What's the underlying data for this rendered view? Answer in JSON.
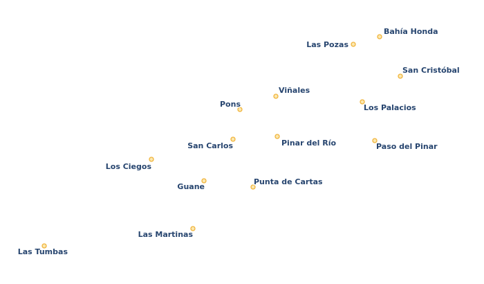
{
  "map": {
    "places": [
      {
        "name": "Bahía Honda"
      },
      {
        "name": "Las Pozas"
      },
      {
        "name": "San Cristóbal"
      },
      {
        "name": "Viñales"
      },
      {
        "name": "Pons"
      },
      {
        "name": "Los Palacios"
      },
      {
        "name": "San Carlos"
      },
      {
        "name": "Pinar del Río"
      },
      {
        "name": "Paso del Pinar"
      },
      {
        "name": "Los Ciegos"
      },
      {
        "name": "Guane"
      },
      {
        "name": "Punta de Cartas"
      },
      {
        "name": "Las Martinas"
      },
      {
        "name": "Las Tumbas"
      }
    ]
  },
  "colors": {
    "label_fill": "#27456f",
    "label_halo": "#ffffff",
    "marker_fill": "#fce8b0",
    "marker_stroke": "#f0b43c",
    "background": "#ffffff"
  }
}
